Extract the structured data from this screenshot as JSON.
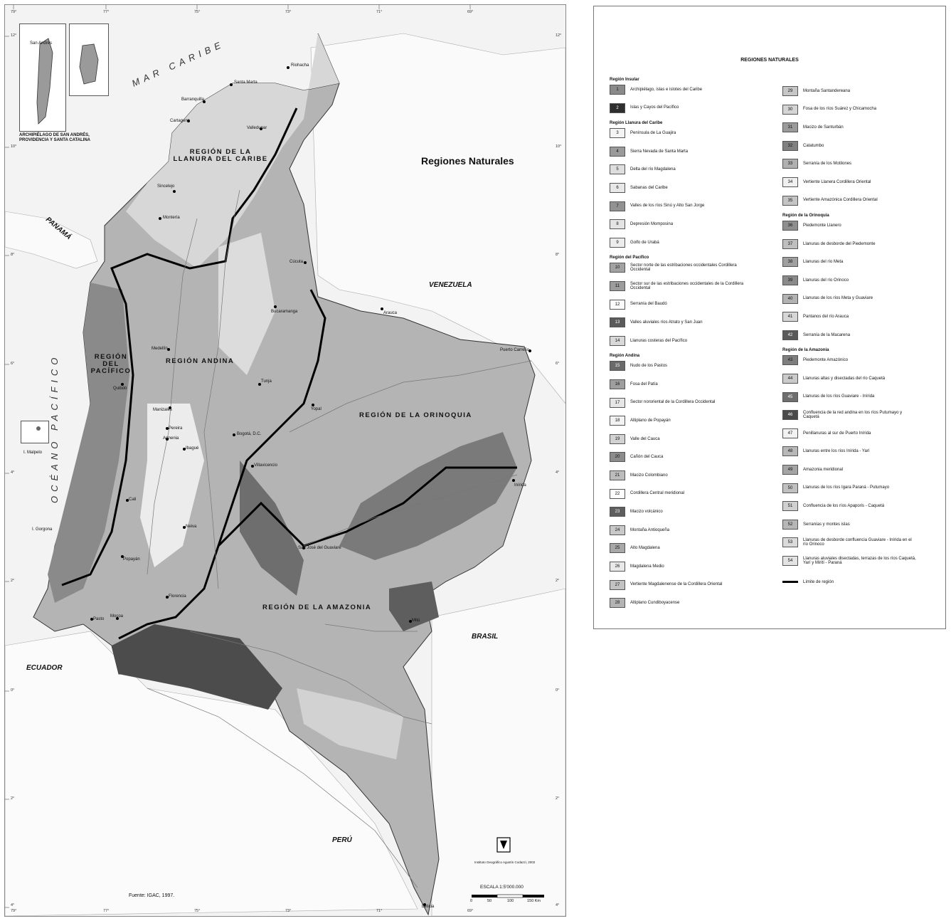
{
  "map": {
    "title": "Regiones Naturales",
    "source": "Fuente: IGAC, 1997.",
    "scale_label": "ESCALA 1:5'000.000",
    "scale_ticks": [
      "0",
      "50",
      "100",
      "150 Km"
    ],
    "institute": "Instituto Geográfico Agustín Codazzi, 2002",
    "inset_caption": "ARCHIPIÉLAGO DE SAN ANDRÉS, PROVIDENCIA Y SANTA CATALINA",
    "inset_label": "San Andrés",
    "malpelo": "I. Malpelo",
    "gorgona": "I. Gorgona",
    "sea": "MAR CARIBE",
    "ocean": "OCÉANO PACÍFICO",
    "countries": {
      "panama": "PANAMÁ",
      "venezuela": "VENEZUELA",
      "ecuador": "ECUADOR",
      "brasil": "BRASIL",
      "peru": "PERÚ"
    },
    "regions": {
      "caribe": "REGIÓN DE LA LLANURA DEL CARIBE",
      "pacifico": "REGIÓN DEL PACÍFICO",
      "andina": "REGIÓN ANDINA",
      "orinoquia": "REGIÓN DE LA ORINOQUIA",
      "amazonia": "REGIÓN DE LA AMAZONIA"
    },
    "cities": [
      "Riohacha",
      "Santa Marta",
      "Barranquilla",
      "Cartagena",
      "Valledupar",
      "Sincelejo",
      "Montería",
      "Cúcuta",
      "Bucaramanga",
      "Arauca",
      "Puerto Carreño",
      "Medellín",
      "Quibdó",
      "Tunja",
      "Yopal",
      "Manizales",
      "Pereira",
      "Armenia",
      "Ibagué",
      "Bogotá, D.C.",
      "Villavicencio",
      "Cali",
      "Neiva",
      "Popayán",
      "San José del Guaviare",
      "Inírida",
      "Florencia",
      "Pasto",
      "Mocoa",
      "Mitú",
      "Leticia"
    ],
    "lon_ticks": [
      "79°",
      "77°",
      "75°",
      "73°",
      "71°",
      "69°"
    ],
    "lat_ticks": [
      "12°",
      "10°",
      "8°",
      "6°",
      "4°",
      "2°",
      "0°",
      "2°",
      "4°"
    ]
  },
  "legend": {
    "title": "REGIONES NATURALES",
    "limit_label": "Límite de región",
    "sections": [
      {
        "name": "Región Insular",
        "items": [
          {
            "n": "1",
            "label": "Archipiélago, islas e islotes del Caribe",
            "color": "#8a8a8a"
          },
          {
            "n": "2",
            "label": "Islas y Cayos del Pacífico",
            "color": "#2e2e2e"
          }
        ]
      },
      {
        "name": "Región Llanura del Caribe",
        "items": [
          {
            "n": "3",
            "label": "Península de La Guajira",
            "color": "#f4f4f4"
          },
          {
            "n": "4",
            "label": "Sierra Nevada de Santa Marta",
            "color": "#9a9a9a"
          },
          {
            "n": "5",
            "label": "Delta del río Magdalena",
            "color": "#dedede"
          },
          {
            "n": "6",
            "label": "Sabanas del Caribe",
            "color": "#e8e8e8"
          },
          {
            "n": "7",
            "label": "Valles de los ríos Sinú y Alto San Jorge",
            "color": "#929292"
          },
          {
            "n": "8",
            "label": "Depresión Momposina",
            "color": "#e4e4e4"
          },
          {
            "n": "9",
            "label": "Golfo de Urabá",
            "color": "#ececec"
          }
        ]
      },
      {
        "name": "Región del Pacífico",
        "items": [
          {
            "n": "10",
            "label": "Sector norte de las estribaciones occidentales Cordillera Occidental",
            "color": "#a2a2a2"
          },
          {
            "n": "11",
            "label": "Sector sur de las estribaciones occidentales de la Cordillera Occidental",
            "color": "#9c9c9c"
          },
          {
            "n": "12",
            "label": "Serranía del Baudó",
            "color": "#fafafa"
          },
          {
            "n": "13",
            "label": "Valles aluviales ríos Atrato y San Juan",
            "color": "#5a5a5a"
          },
          {
            "n": "14",
            "label": "Llanuras costeras del Pacífico",
            "color": "#d8d8d8"
          }
        ]
      },
      {
        "name": "Región Andina",
        "items": [
          {
            "n": "15",
            "label": "Nudo de los Pastos",
            "color": "#6a6a6a"
          },
          {
            "n": "16",
            "label": "Fosa del Patía",
            "color": "#9e9e9e"
          },
          {
            "n": "17",
            "label": "Sector nororiental de la Cordillera Occidental",
            "color": "#e6e6e6"
          },
          {
            "n": "18",
            "label": "Altiplano de Popayán",
            "color": "#f2f2f2"
          },
          {
            "n": "19",
            "label": "Valle del Cauca",
            "color": "#d2d2d2"
          },
          {
            "n": "20",
            "label": "Cañón del Cauca",
            "color": "#8c8c8c"
          },
          {
            "n": "21",
            "label": "Macizo Colombiano",
            "color": "#bcbcbc"
          },
          {
            "n": "22",
            "label": "Cordillera Central meridional",
            "color": "#fdfdfd"
          },
          {
            "n": "23",
            "label": "Macizo volcánico",
            "color": "#5e5e5e"
          },
          {
            "n": "24",
            "label": "Montaña Antioqueña",
            "color": "#c8c8c8"
          },
          {
            "n": "25",
            "label": "Alto Magdalena",
            "color": "#a8a8a8"
          },
          {
            "n": "26",
            "label": "Magdalena Medio",
            "color": "#e9e9e9"
          },
          {
            "n": "27",
            "label": "Vertiente Magdalenense de la Cordillera Oriental",
            "color": "#c2c2c2"
          },
          {
            "n": "28",
            "label": "Altiplano Cundiboyacense",
            "color": "#b4b4b4"
          },
          {
            "n": "29",
            "label": "Montaña Santandereana",
            "color": "#c6c6c6"
          },
          {
            "n": "30",
            "label": "Fosa de los ríos Suárez y Chicamocha",
            "color": "#d4d4d4"
          },
          {
            "n": "31",
            "label": "Macizo de Santurbán",
            "color": "#9a9a9a"
          },
          {
            "n": "32",
            "label": "Catatumbo",
            "color": "#808080"
          },
          {
            "n": "33",
            "label": "Serranía de los Motilones",
            "color": "#b0b0b0"
          },
          {
            "n": "34",
            "label": "Vertiente Llanera Cordillera Oriental",
            "color": "#f0f0f0"
          },
          {
            "n": "35",
            "label": "Vertiente Amazónica Cordillera Oriental",
            "color": "#c4c4c4"
          }
        ]
      },
      {
        "name": "Región de la Orinoquia",
        "items": [
          {
            "n": "36",
            "label": "Piedemonte Llanero",
            "color": "#8e8e8e"
          },
          {
            "n": "37",
            "label": "Llanuras de desborde del Piedemonte",
            "color": "#bebebe"
          },
          {
            "n": "38",
            "label": "Llanuras del río Meta",
            "color": "#a0a0a0"
          },
          {
            "n": "39",
            "label": "Llanuras del río Orinoco",
            "color": "#8a8a8a"
          },
          {
            "n": "40",
            "label": "Llanuras de los ríos Meta y Guaviare",
            "color": "#b2b2b2"
          },
          {
            "n": "41",
            "label": "Pantanos del río Arauca",
            "color": "#d6d6d6"
          },
          {
            "n": "42",
            "label": "Serranía de la Macarena",
            "color": "#5a5a5a"
          }
        ]
      },
      {
        "name": "Región de la Amazonia",
        "items": [
          {
            "n": "43",
            "label": "Piedemonte Amazónico",
            "color": "#7e7e7e"
          },
          {
            "n": "44",
            "label": "Llanuras altas y disectadas del río Caquetá",
            "color": "#cacaca"
          },
          {
            "n": "45",
            "label": "Llanuras de los ríos Guaviare - Inírida",
            "color": "#6e6e6e"
          },
          {
            "n": "46",
            "label": "Confluencia de la red andina en los ríos Putumayo y Caquetá",
            "color": "#4a4a4a"
          },
          {
            "n": "47",
            "label": "Penillanuras al sur de Puerto Inírida",
            "color": "#f2f2f2"
          },
          {
            "n": "48",
            "label": "Llanuras entre los ríos Inírida - Yarí",
            "color": "#b8b8b8"
          },
          {
            "n": "49",
            "label": "Amazonia meridional",
            "color": "#a4a4a4"
          },
          {
            "n": "50",
            "label": "Llanuras de los ríos Igara Paraná - Putumayo",
            "color": "#c0c0c0"
          },
          {
            "n": "51",
            "label": "Confluencia de los ríos Apaporis - Caquetá",
            "color": "#d0d0d0"
          },
          {
            "n": "52",
            "label": "Serranías y montes islas",
            "color": "#b6b6b6"
          },
          {
            "n": "53",
            "label": "Llanuras de desborde confluencia Guaviare - Inírida en el río Orinoco",
            "color": "#dadada"
          },
          {
            "n": "54",
            "label": "Llanuras aluviales disectadas, terrazas de los ríos Caquetá, Yarí y Mirití - Paraná",
            "color": "#e2e2e2"
          }
        ]
      }
    ]
  }
}
